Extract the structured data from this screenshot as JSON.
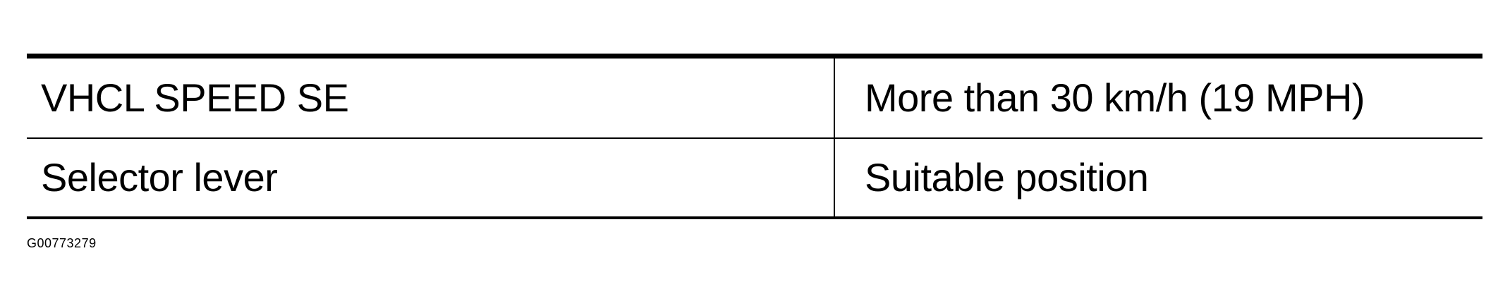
{
  "table": {
    "rows": [
      {
        "item": "VHCL SPEED SE",
        "condition": "More than 30 km/h (19 MPH)"
      },
      {
        "item": "Selector lever",
        "condition": "Suitable position"
      }
    ]
  },
  "figure_id": "G00773279"
}
